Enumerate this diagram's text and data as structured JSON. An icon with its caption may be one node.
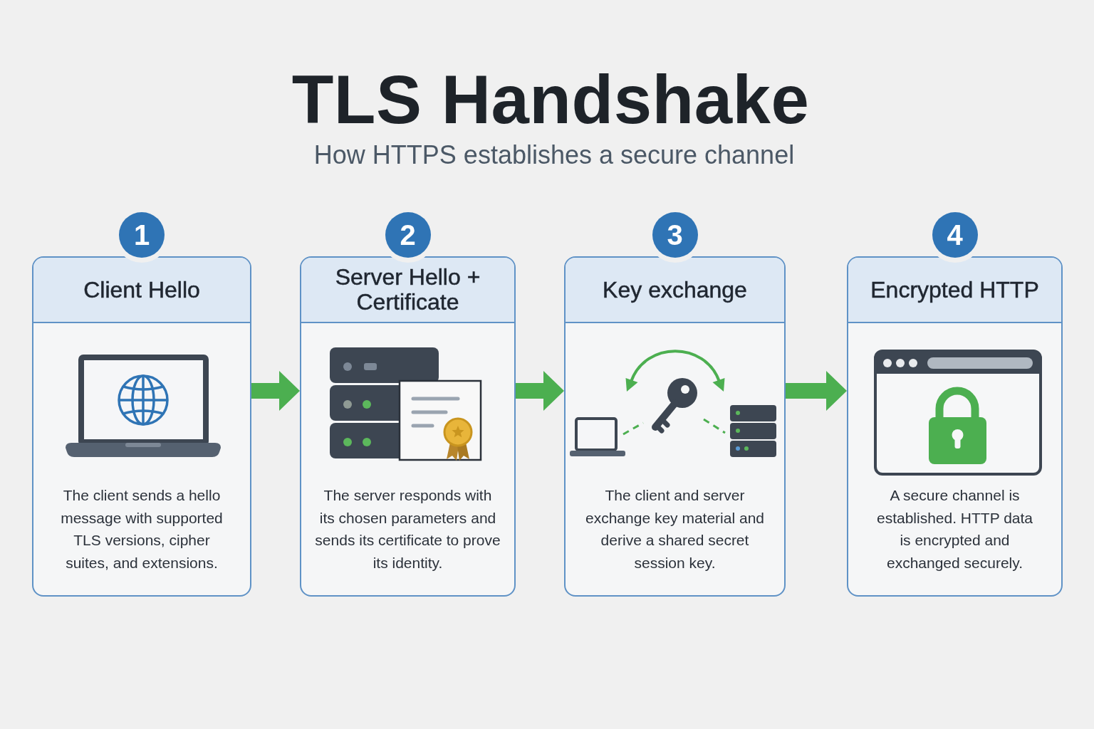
{
  "diagram": {
    "title": "TLS Handshake",
    "nodes": [
      {
        "text": [
          "Client Hello",
          "The client sends a hello message with supported TLS versions, cipher suites, and extensions."
        ],
        "beside": [
          "1"
        ]
      },
      {
        "text": [
          "Server Hello + Certificate",
          "The server responds with its chosen parameters and sends its certificate to prove its identity."
        ],
        "beside": [
          "2"
        ]
      },
      {
        "text": [
          "Key exchange",
          "The client and server exchange key material and derive a shared secret session key."
        ],
        "beside": [
          "3"
        ]
      },
      {
        "text": [
          "Encrypted HTTP",
          "A secure channel is established. HTTP data is encrypted and exchanged securely."
        ],
        "beside": [
          "4"
        ]
      }
    ],
    "edges": [
      {
        "from": 0,
        "to": 1,
        "arrow": "to"
      },
      {
        "from": 1,
        "to": 2,
        "arrow": "to"
      },
      {
        "from": 2,
        "to": 3,
        "arrow": "to"
      }
    ],
    "labels": [
      "How HTTPS establishes a secure channel"
    ]
  }
}
